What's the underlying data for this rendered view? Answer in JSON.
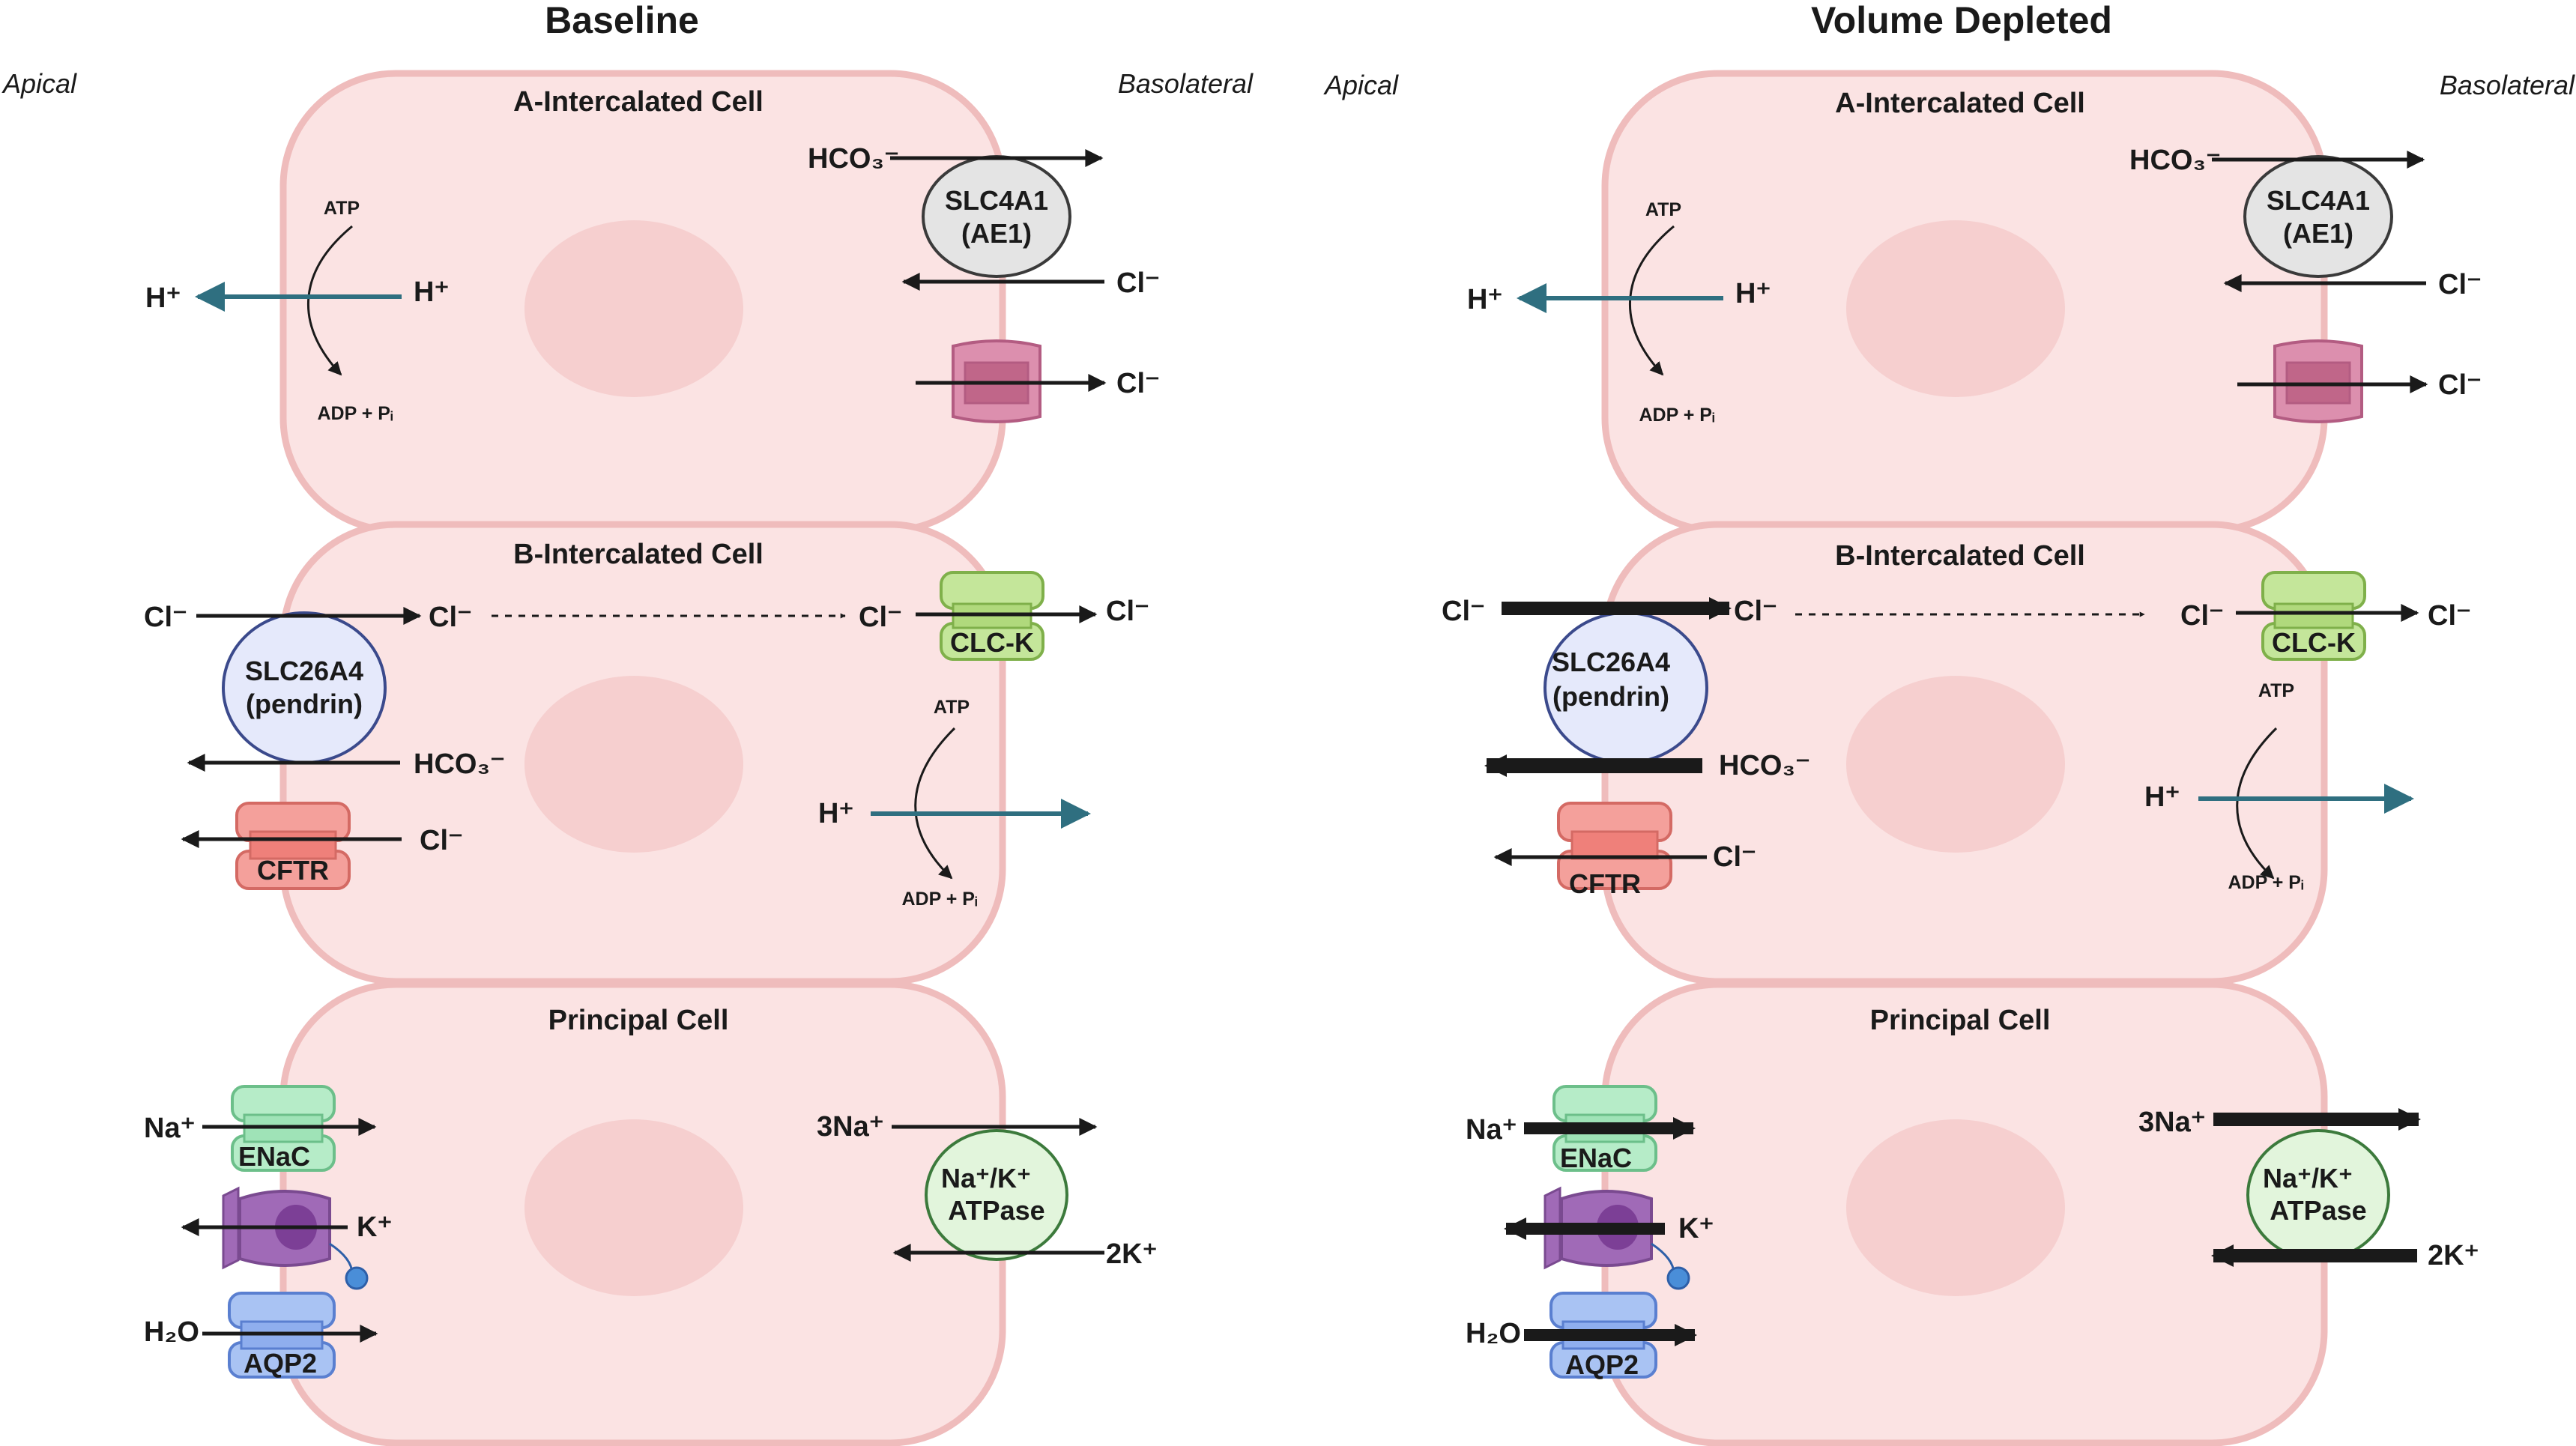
{
  "panels": [
    {
      "title": "Baseline",
      "apical": "Apical",
      "basolateral": "Basolateral",
      "a_cell": {
        "name": "A-Intercalated Cell",
        "hco3": "HCO₃⁻",
        "slc4a1_line1": "SLC4A1",
        "slc4a1_line2": "(AE1)",
        "cl_in": "Cl⁻",
        "cl_out": "Cl⁻",
        "atp": "ATP",
        "adp": "ADP + Pᵢ",
        "h_left": "H⁺",
        "h_right": "H⁺"
      },
      "b_cell": {
        "name": "B-Intercalated Cell",
        "cl_left": "Cl⁻",
        "cl_mid": "Cl⁻",
        "cl_dash_end": "Cl⁻",
        "cl_right": "Cl⁻",
        "clck": "CLC-K",
        "pendrin_line1": "SLC26A4",
        "pendrin_line2": "(pendrin)",
        "hco3": "HCO₃⁻",
        "cftr_cl": "Cl⁻",
        "cftr": "CFTR",
        "atp": "ATP",
        "adp": "ADP + Pᵢ",
        "h": "H⁺"
      },
      "p_cell": {
        "name": "Principal Cell",
        "na": "Na⁺",
        "enac": "ENaC",
        "k": "K⁺",
        "h2o": "H₂O",
        "aqp2": "AQP2",
        "na3": "3Na⁺",
        "nak_line1": "Na⁺/K⁺",
        "nak_line2": "ATPase",
        "k2": "2K⁺"
      }
    },
    {
      "title": "Volume Depleted",
      "apical": "Apical",
      "basolateral": "Basolateral",
      "a_cell": {
        "name": "A-Intercalated Cell",
        "hco3": "HCO₃⁻",
        "slc4a1_line1": "SLC4A1",
        "slc4a1_line2": "(AE1)",
        "cl_in": "Cl⁻",
        "cl_out": "Cl⁻",
        "atp": "ATP",
        "adp": "ADP + Pᵢ",
        "h_left": "H⁺",
        "h_right": "H⁺"
      },
      "b_cell": {
        "name": "B-Intercalated Cell",
        "cl_left": "Cl⁻",
        "cl_mid": "Cl⁻",
        "cl_dash_end": "Cl⁻",
        "cl_right": "Cl⁻",
        "clck": "CLC-K",
        "pendrin_line1": "SLC26A4",
        "pendrin_line2": "(pendrin)",
        "hco3": "HCO₃⁻",
        "cftr_cl": "Cl⁻",
        "cftr": "CFTR",
        "atp": "ATP",
        "adp": "ADP + Pᵢ",
        "h": "H⁺"
      },
      "p_cell": {
        "name": "Principal Cell",
        "na": "Na⁺",
        "enac": "ENaC",
        "k": "K⁺",
        "h2o": "H₂O",
        "aqp2": "AQP2",
        "na3": "3Na⁺",
        "nak_line1": "Na⁺/K⁺",
        "nak_line2": "ATPase",
        "k2": "2K⁺"
      }
    }
  ],
  "colors": {
    "cell_fill": "#fbe3e3",
    "cell_stroke": "#efbcbc",
    "nucleus": "#f6cfcf",
    "arrow": "#1a1a1a",
    "proton_arrow": "#2f6f80",
    "exchanger_fill": "#e4e4e4",
    "pendrin_fill": "#e5e9fb",
    "pendrin_stroke": "#3b4a8c",
    "nak_fill": "#e2f5dc",
    "nak_stroke": "#3c7a3c",
    "clck_fill": "#b8e08a",
    "cftr_fill": "#f28b86",
    "enac_fill": "#b6ecc8",
    "aqp2_fill": "#a9c3f3",
    "k_channel_fill": "#a06ab7",
    "cl_channel_fill": "#c9708f"
  }
}
